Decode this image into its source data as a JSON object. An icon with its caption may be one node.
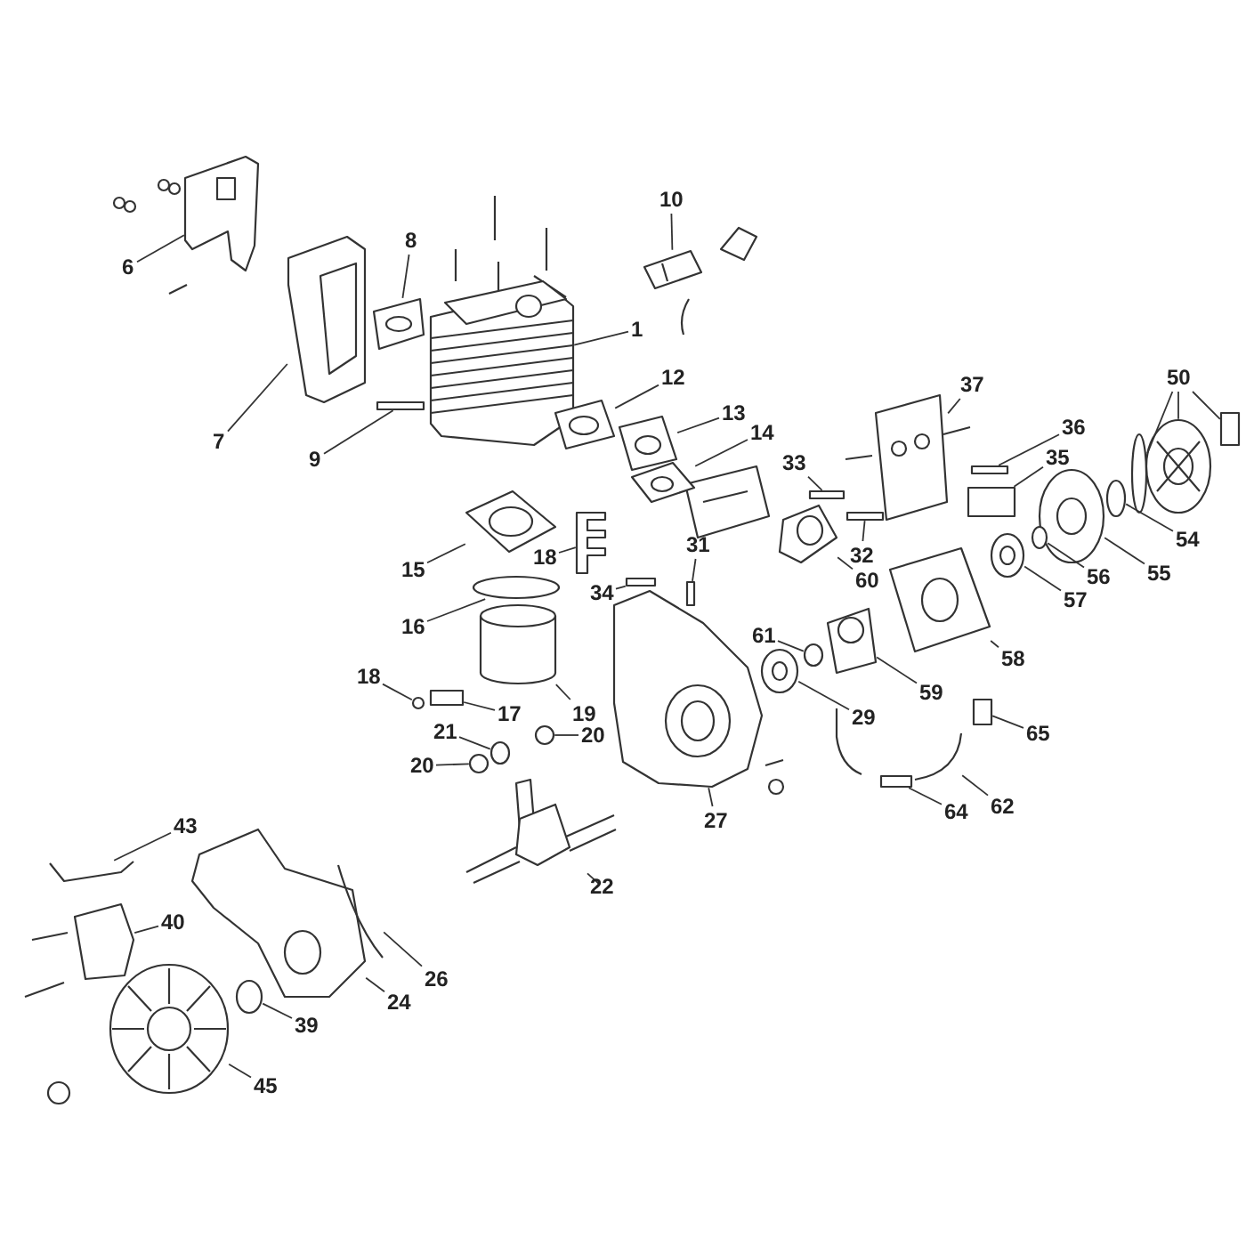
{
  "diagram": {
    "nodes": [
      {
        "text": [
          "10"
        ]
      },
      {
        "text": [
          "8"
        ]
      },
      {
        "text": [
          "6"
        ]
      },
      {
        "text": [
          "1"
        ]
      },
      {
        "text": [
          "12"
        ]
      },
      {
        "text": [
          "50"
        ]
      },
      {
        "text": [
          "37"
        ]
      },
      {
        "text": [
          "13"
        ]
      },
      {
        "text": [
          "36"
        ]
      },
      {
        "text": [
          "14"
        ]
      },
      {
        "text": [
          "7"
        ]
      },
      {
        "text": [
          "35"
        ]
      },
      {
        "text": [
          "9"
        ]
      },
      {
        "text": [
          "33"
        ]
      },
      {
        "text": [
          "54"
        ]
      },
      {
        "text": [
          "32"
        ]
      },
      {
        "text": [
          "18"
        ]
      },
      {
        "text": [
          "15"
        ]
      },
      {
        "text": [
          "56"
        ]
      },
      {
        "text": [
          "55"
        ]
      },
      {
        "text": [
          "60"
        ]
      },
      {
        "text": [
          "31"
        ]
      },
      {
        "text": [
          "34"
        ]
      },
      {
        "text": [
          "57"
        ]
      },
      {
        "text": [
          "16"
        ]
      },
      {
        "text": [
          "61"
        ]
      },
      {
        "text": [
          "58"
        ]
      },
      {
        "text": [
          "18"
        ]
      },
      {
        "text": [
          "59"
        ]
      },
      {
        "text": [
          "19"
        ]
      },
      {
        "text": [
          "17"
        ]
      },
      {
        "text": [
          "29"
        ]
      },
      {
        "text": [
          "21"
        ]
      },
      {
        "text": [
          "65"
        ]
      },
      {
        "text": [
          "20"
        ]
      },
      {
        "text": [
          "20"
        ]
      },
      {
        "text": [
          "62"
        ]
      },
      {
        "text": [
          "64"
        ]
      },
      {
        "text": [
          "27"
        ]
      },
      {
        "text": [
          "43"
        ]
      },
      {
        "text": [
          "22"
        ]
      },
      {
        "text": [
          "40"
        ]
      },
      {
        "text": [
          "26"
        ]
      },
      {
        "text": [
          "24"
        ]
      },
      {
        "text": [
          "39"
        ]
      },
      {
        "text": [
          "45"
        ]
      },
      {
        "text": [],
        "shape": "picture"
      },
      {
        "text": [],
        "shape": "picture"
      },
      {
        "text": [],
        "shape": "picture"
      },
      {
        "text": [],
        "shape": "picture"
      },
      {
        "text": [],
        "shape": "picture"
      },
      {
        "text": [],
        "shape": "circle"
      },
      {
        "text": [],
        "shape": "picture"
      },
      {
        "text": [],
        "shape": "box"
      },
      {
        "text": [],
        "shape": "picture"
      },
      {
        "text": [],
        "shape": "picture"
      },
      {
        "text": [],
        "shape": "box"
      },
      {
        "text": [],
        "shape": "picture"
      },
      {
        "text": [],
        "shape": "picture"
      },
      {
        "text": [],
        "shape": "box"
      },
      {
        "text": [],
        "shape": "box"
      },
      {
        "text": [],
        "shape": "box"
      },
      {
        "text": [],
        "shape": "circle"
      },
      {
        "text": [],
        "shape": "box"
      },
      {
        "text": [],
        "shape": "picture"
      },
      {
        "text": [],
        "shape": "picture"
      },
      {
        "text": [],
        "shape": "circle"
      },
      {
        "text": [],
        "shape": "picture"
      },
      {
        "text": [],
        "shape": "picture"
      },
      {
        "text": [],
        "shape": "box"
      },
      {
        "text": [],
        "shape": "box"
      },
      {
        "text": [],
        "shape": "picture"
      },
      {
        "text": [],
        "shape": "circle"
      },
      {
        "text": [],
        "shape": "circle"
      },
      {
        "text": [],
        "shape": "picture"
      },
      {
        "text": [],
        "shape": "circle"
      },
      {
        "text": [],
        "shape": "picture"
      },
      {
        "text": [],
        "shape": "cylinder"
      },
      {
        "text": [],
        "shape": "box"
      },
      {
        "text": [],
        "shape": "picture"
      },
      {
        "text": [],
        "shape": "circle"
      },
      {
        "text": [],
        "shape": "box"
      },
      {
        "text": [],
        "shape": "circle"
      },
      {
        "text": [],
        "shape": "circle"
      },
      {
        "text": [],
        "shape": "picture"
      },
      {
        "text": [],
        "shape": "box"
      },
      {
        "text": [],
        "shape": "picture"
      },
      {
        "text": [],
        "shape": "picture"
      },
      {
        "text": [],
        "shape": "picture"
      },
      {
        "text": [],
        "shape": "picture"
      },
      {
        "text": [],
        "shape": "picture"
      },
      {
        "text": [],
        "shape": "picture"
      },
      {
        "text": [],
        "shape": "circle"
      },
      {
        "text": [],
        "shape": "picture"
      }
    ],
    "edges": [
      {
        "from": 0,
        "to": 46,
        "arrow": "none"
      },
      {
        "from": 1,
        "to": 47,
        "arrow": "none"
      },
      {
        "from": 2,
        "to": 48,
        "arrow": "none"
      },
      {
        "from": 3,
        "to": 49,
        "arrow": "none"
      },
      {
        "from": 4,
        "to": 50,
        "arrow": "none"
      },
      {
        "from": 5,
        "to": 51,
        "arrow": "none"
      },
      {
        "from": 5,
        "to": 52,
        "arrow": "none"
      },
      {
        "from": 5,
        "to": 53,
        "arrow": "none"
      },
      {
        "from": 6,
        "to": 54,
        "arrow": "none"
      },
      {
        "from": 7,
        "to": 55,
        "arrow": "none"
      },
      {
        "from": 8,
        "to": 56,
        "arrow": "none"
      },
      {
        "from": 9,
        "to": 57,
        "arrow": "none"
      },
      {
        "from": 10,
        "to": 58,
        "arrow": "none"
      },
      {
        "from": 11,
        "to": 59,
        "arrow": "none"
      },
      {
        "from": 12,
        "to": 60,
        "arrow": "none"
      },
      {
        "from": 13,
        "to": 61,
        "arrow": "none"
      },
      {
        "from": 14,
        "to": 62,
        "arrow": "none"
      },
      {
        "from": 15,
        "to": 63,
        "arrow": "none"
      },
      {
        "from": 16,
        "to": 64,
        "arrow": "none"
      },
      {
        "from": 17,
        "to": 65,
        "arrow": "none"
      },
      {
        "from": 18,
        "to": 66,
        "arrow": "none"
      },
      {
        "from": 19,
        "to": 67,
        "arrow": "none"
      },
      {
        "from": 20,
        "to": 68,
        "arrow": "none"
      },
      {
        "from": 21,
        "to": 69,
        "arrow": "none"
      },
      {
        "from": 22,
        "to": 70,
        "arrow": "none"
      },
      {
        "from": 23,
        "to": 71,
        "arrow": "none"
      },
      {
        "from": 24,
        "to": 72,
        "arrow": "none"
      },
      {
        "from": 25,
        "to": 73,
        "arrow": "none"
      },
      {
        "from": 26,
        "to": 74,
        "arrow": "none"
      },
      {
        "from": 27,
        "to": 75,
        "arrow": "none"
      },
      {
        "from": 28,
        "to": 76,
        "arrow": "none"
      },
      {
        "from": 29,
        "to": 77,
        "arrow": "none"
      },
      {
        "from": 30,
        "to": 78,
        "arrow": "none"
      },
      {
        "from": 31,
        "to": 79,
        "arrow": "none"
      },
      {
        "from": 32,
        "to": 80,
        "arrow": "none"
      },
      {
        "from": 33,
        "to": 81,
        "arrow": "none"
      },
      {
        "from": 34,
        "to": 82,
        "arrow": "none"
      },
      {
        "from": 35,
        "to": 83,
        "arrow": "none"
      },
      {
        "from": 36,
        "to": 84,
        "arrow": "none"
      },
      {
        "from": 37,
        "to": 85,
        "arrow": "none"
      },
      {
        "from": 38,
        "to": 86,
        "arrow": "none"
      },
      {
        "from": 39,
        "to": 87,
        "arrow": "none"
      },
      {
        "from": 40,
        "to": 88,
        "arrow": "none"
      },
      {
        "from": 41,
        "to": 89,
        "arrow": "none"
      },
      {
        "from": 42,
        "to": 90,
        "arrow": "none"
      },
      {
        "from": 43,
        "to": 91,
        "arrow": "none"
      },
      {
        "from": 44,
        "to": 92,
        "arrow": "none"
      },
      {
        "from": 45,
        "to": 93,
        "arrow": "none"
      }
    ]
  }
}
